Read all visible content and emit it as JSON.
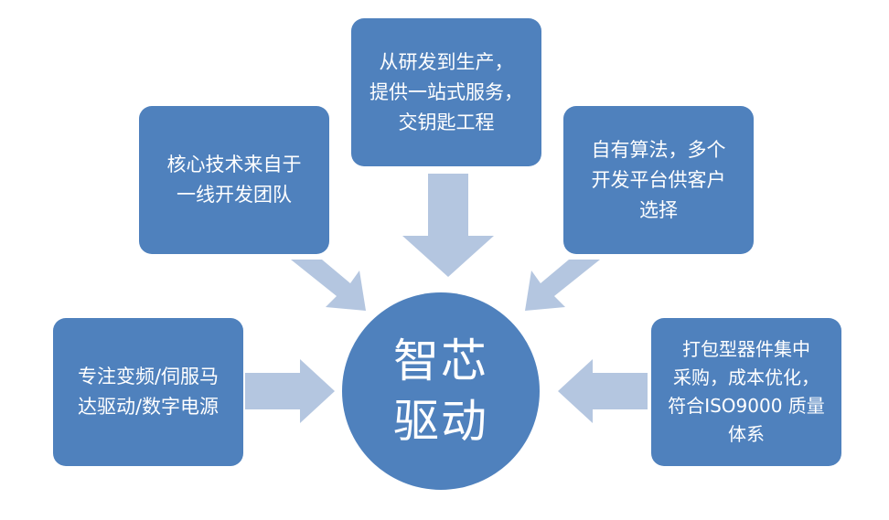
{
  "hub": {
    "lines": [
      "智芯",
      "驱动"
    ]
  },
  "boxes": {
    "top_center": [
      "从研发到生产，",
      "提供一站式服务，",
      "交钥匙工程"
    ],
    "upper_left": [
      "核心技术来自于",
      "一线开发团队"
    ],
    "upper_right": [
      "自有算法，多个",
      "开发平台供客户",
      "选择"
    ],
    "mid_left": [
      "专注变频/伺服马",
      "达驱动/数字电源"
    ],
    "mid_right": [
      "打包型器件集中",
      "采购，成本优化，",
      "符合ISO9000 质量",
      "体系"
    ]
  },
  "colors": {
    "box_fill": "#4f81bd",
    "arrow_fill": "#b4c6e0",
    "text": "#ffffff"
  }
}
